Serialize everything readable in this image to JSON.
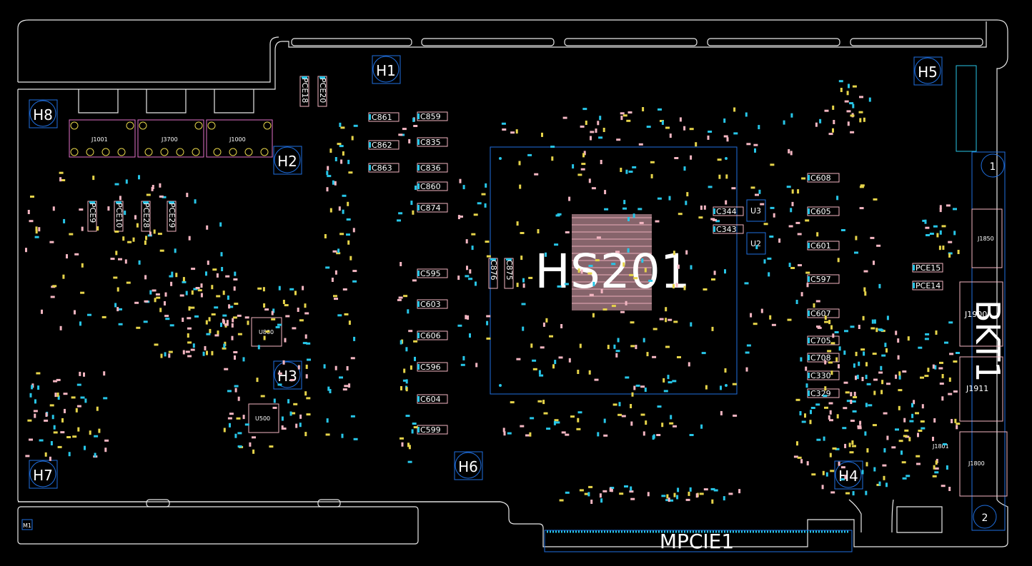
{
  "colors": {
    "background": "#000000",
    "outline": "#e8e8e8",
    "component_box": "#1f6fe0",
    "pad_pink": "#f4b6c2",
    "pad_cyan": "#27c6e8",
    "pad_yellow": "#e6d44a",
    "label": "#ffffff",
    "connector_magenta": "#e26fc8"
  },
  "labels": {
    "heatsink": "HS201",
    "bracket": "BKT1",
    "slot": "MPCIE1",
    "u3": "U3",
    "u2": "U2",
    "u800": "U800",
    "u500": "U500",
    "j1850": "J1850",
    "j1911": "J1911",
    "j1900": "J1900",
    "j1800": "J1800",
    "j1801": "J1801",
    "j1001": "J1001",
    "j3700": "J3700",
    "j1000": "J1000",
    "m1": "M1"
  },
  "holes": [
    {
      "id": "h1",
      "label": "H1"
    },
    {
      "id": "h2",
      "label": "H2"
    },
    {
      "id": "h3",
      "label": "H3"
    },
    {
      "id": "h4",
      "label": "H4"
    },
    {
      "id": "h5",
      "label": "H5"
    },
    {
      "id": "h6",
      "label": "H6"
    },
    {
      "id": "h7",
      "label": "H7"
    },
    {
      "id": "h8",
      "label": "H8"
    }
  ],
  "bracket_markers": {
    "top": "1",
    "bottom": "2"
  },
  "caps_left": [
    "C861",
    "C862",
    "C863"
  ],
  "caps_mid": [
    "C859",
    "C835",
    "C836",
    "C860",
    "C874",
    "C595",
    "C603",
    "C606",
    "C596",
    "C604",
    "C599"
  ],
  "caps_right": [
    "C608",
    "C605",
    "C601",
    "C597",
    "C607",
    "C705",
    "C708",
    "C330",
    "C329"
  ],
  "caps_u": [
    "C344",
    "C343"
  ],
  "vertical_caps": [
    "PCE9",
    "PCE10",
    "PCE28",
    "PCE29",
    "PCE18",
    "PCE20",
    "C876",
    "C875"
  ],
  "pce_right": [
    "PCE15",
    "PCE14"
  ]
}
